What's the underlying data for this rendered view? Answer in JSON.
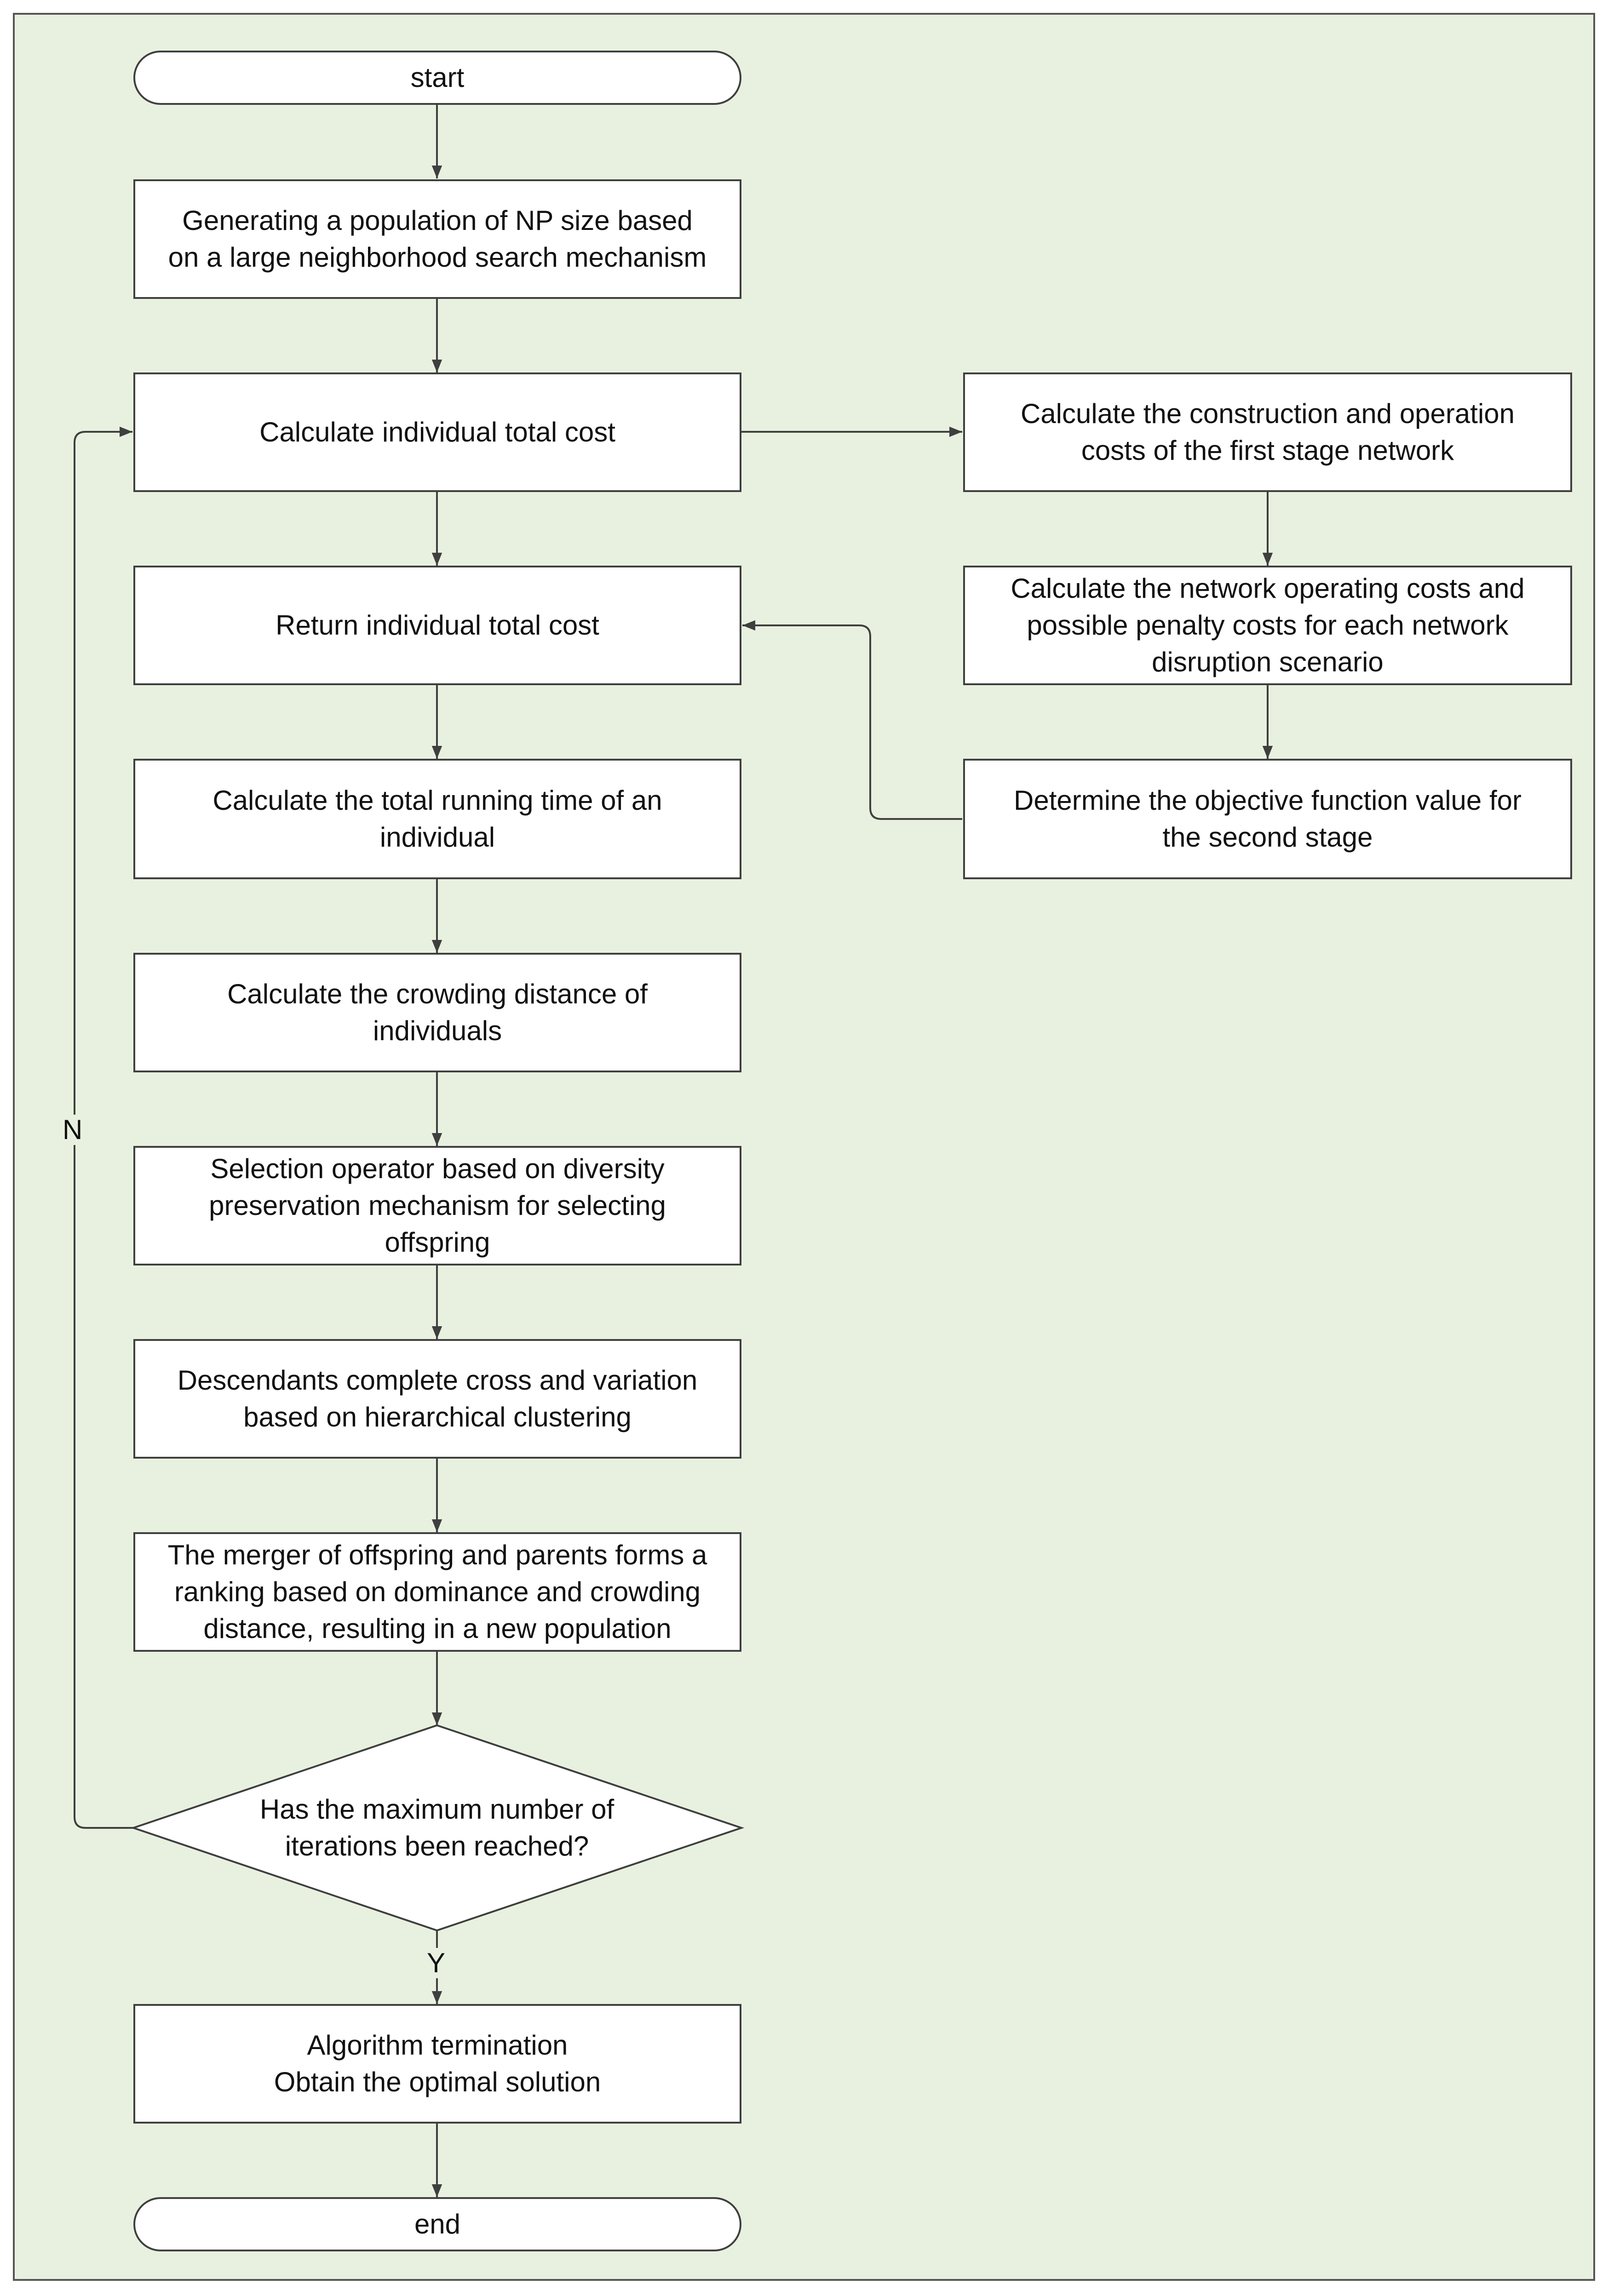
{
  "nodes": {
    "start": "start",
    "generate_population": "Generating a population of NP size based\non a large neighborhood search mechanism",
    "calc_total_cost": "Calculate individual total cost",
    "return_total_cost": "Return individual total cost",
    "calc_running_time": "Calculate the total running time of an\nindividual",
    "calc_crowding": "Calculate the crowding distance of\nindividuals",
    "selection_operator": "Selection operator based on diversity\npreservation mechanism for selecting\noffspring",
    "crossover_variation": "Descendants complete cross and variation\nbased on hierarchical clustering",
    "merge_rank": "The merger of offspring and parents forms a\nranking based on dominance and crowding\ndistance, resulting in a new population",
    "max_iterations": "Has the maximum number of\niterations been reached?",
    "termination": "Algorithm termination\nObtain the optimal solution",
    "end": "end",
    "first_stage_cost": "Calculate the construction and operation\ncosts of the first stage network",
    "scenario_costs": "Calculate the network operating costs and\npossible penalty costs for each network\ndisruption scenario",
    "second_stage_objective": "Determine the objective function value for\nthe second stage"
  },
  "edge_labels": {
    "no": "N",
    "yes": "Y"
  }
}
